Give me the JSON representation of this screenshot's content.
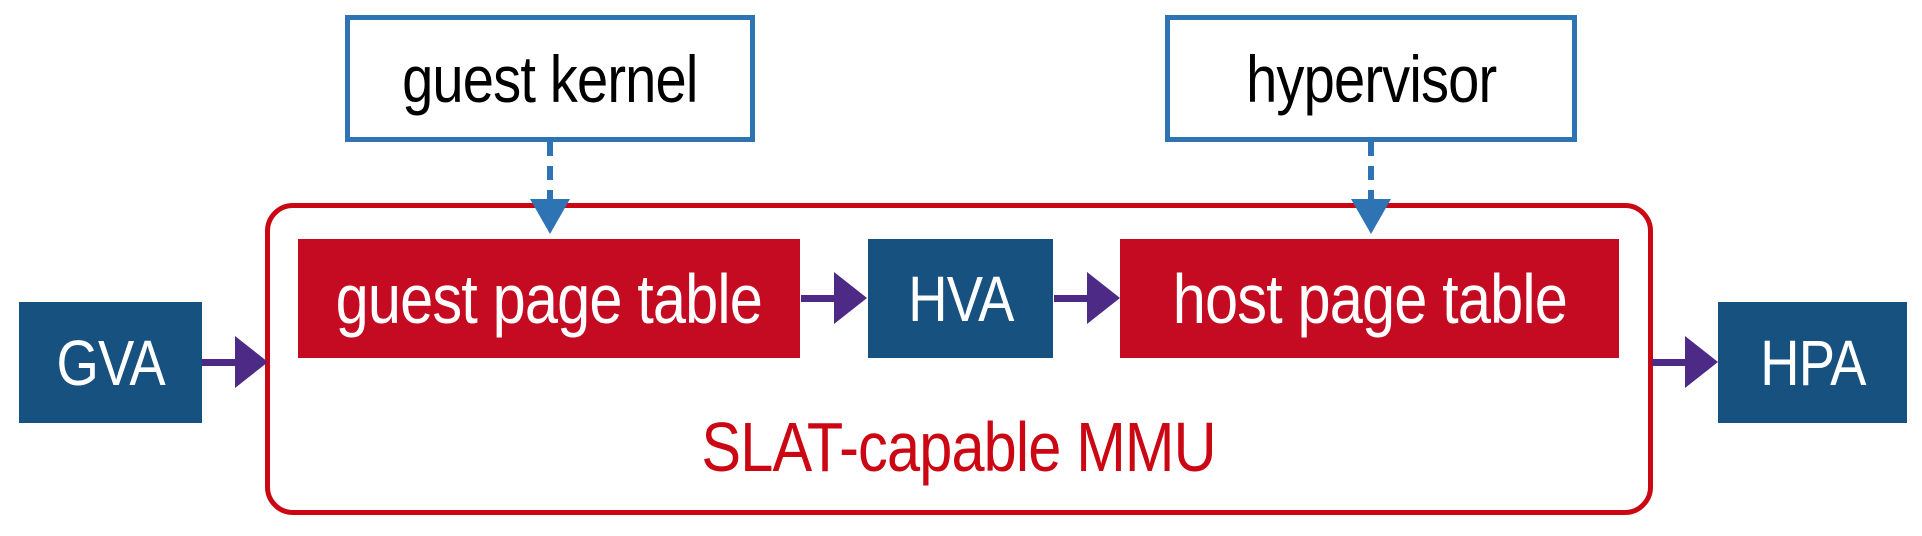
{
  "diagram": {
    "top_boxes": [
      {
        "id": "guest-kernel",
        "label": "guest kernel"
      },
      {
        "id": "hypervisor",
        "label": "hypervisor"
      }
    ],
    "container_label": "SLAT-capable MMU",
    "input_box": {
      "label": "GVA"
    },
    "stage_boxes": [
      {
        "label": "guest page table",
        "color": "red"
      },
      {
        "label": "HVA",
        "color": "blue"
      },
      {
        "label": "host page table",
        "color": "red"
      }
    ],
    "output_box": {
      "label": "HPA"
    },
    "colors": {
      "red_box_fill": "#c50b22",
      "red_container_border": "#cb0714",
      "red_label_text": "#cb0714",
      "blue_box_fill": "#17517f",
      "blue_outline_border": "#2e74b5",
      "dashed_arrow_blue": "#2e74b5",
      "solid_arrow_purple": "#4c2a85",
      "box_text_white": "#ffffff",
      "top_box_text_black": "#000000"
    }
  }
}
